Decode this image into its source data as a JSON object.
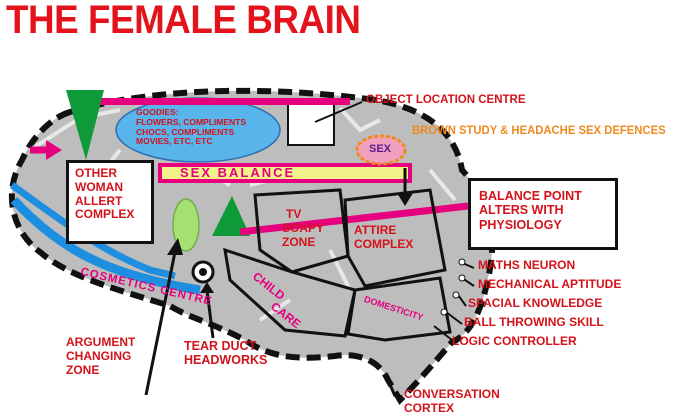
{
  "title": "THE FEMALE BRAIN",
  "labels": {
    "goodies": [
      "GOODIES:",
      "FLOWERS, COMPLIMENTS",
      "CHOCS, COMPLIMENTS",
      "MOVIES, ETC, ETC"
    ],
    "object_location": "OBJECT LOCATION CENTRE",
    "brown_study": "BROWN STUDY & HEADACHE SEX DEFENCES",
    "sex": "SEX",
    "sex_balance": "SEX BALANCE",
    "other_woman": [
      "OTHER",
      "WOMAN",
      "ALLERT",
      "COMPLEX"
    ],
    "balance_point": [
      "BALANCE POINT",
      "ALTERS  WITH",
      "PHYSIOLOGY"
    ],
    "tv": [
      "TV",
      "SOAPY",
      "ZONE"
    ],
    "attire": [
      "ATTIRE",
      "COMPLEX"
    ],
    "maths": "MATHS NEURON",
    "mechanical": "MECHANICAL APTITUDE",
    "spacial": "SPACIAL KNOWLEDGE",
    "ball": "BALL THROWING SKILL",
    "logic": "LOGIC CONTROLLER",
    "cosmetics": "COSMETICS CENTRE",
    "child": "CHILD",
    "care": "CARE",
    "domesticity": "DOMESTICITY",
    "argument": [
      "ARGUMENT",
      "CHANGING",
      "ZONE"
    ],
    "tear": [
      "TEAR DUCT",
      "HEADWORKS"
    ],
    "conversation": [
      "CONVERSATION",
      "CORTEX"
    ]
  },
  "colors": {
    "title": "#e3121b",
    "label": "#d4121a",
    "brain_fill": "#bdbdbd",
    "outline": "#111111",
    "magenta": "#e6007e",
    "goodies_ellipse": "#5ab4ec",
    "green": "#0f9a3a",
    "light_green": "#a6df74",
    "blue_stripe": "#1e8fe0",
    "sex_badge": "#f2a0c0",
    "sex_badge_border": "#f08a1e",
    "brown_study": "#f08a1e"
  }
}
